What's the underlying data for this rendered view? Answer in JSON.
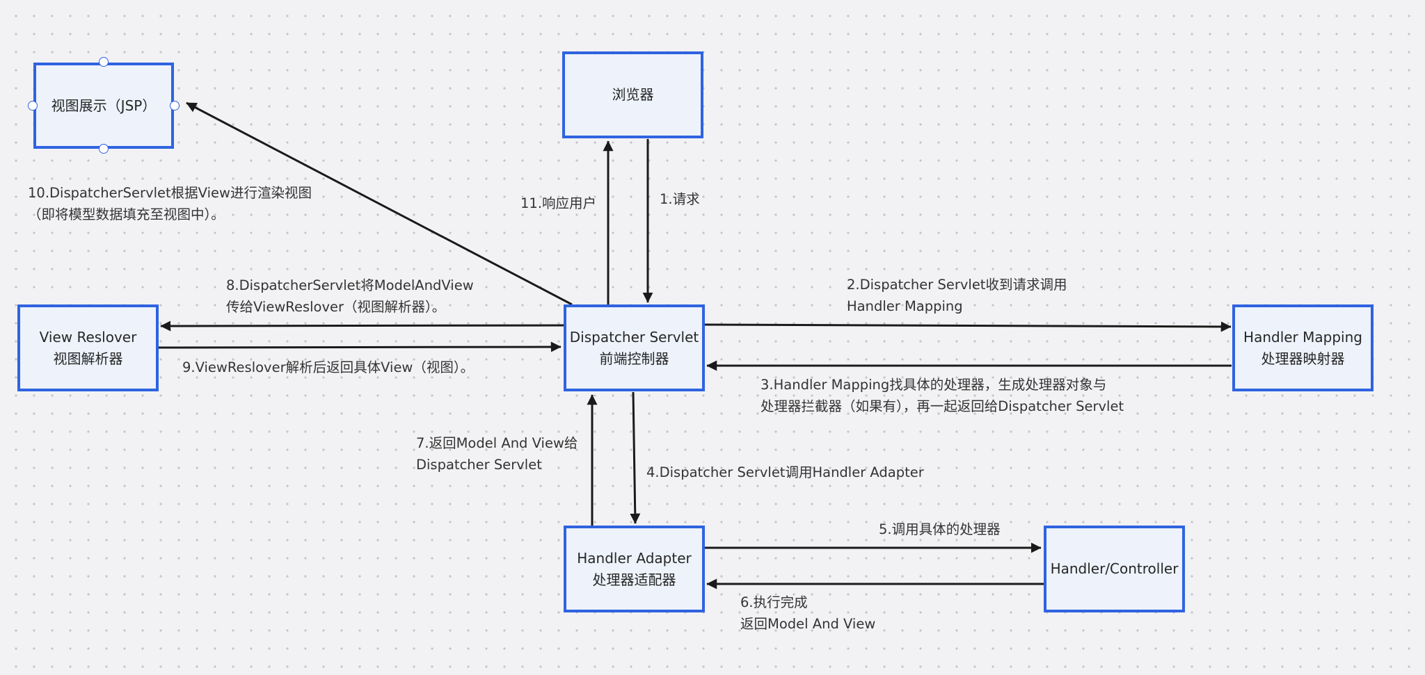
{
  "nodes": {
    "jsp": "视图展示（JSP）",
    "browser": "浏览器",
    "view_resolver": [
      "View Reslover",
      "视图解析器"
    ],
    "dispatcher": [
      "Dispatcher Servlet",
      "前端控制器"
    ],
    "handler_mapping": [
      "Handler Mapping",
      "处理器映射器"
    ],
    "handler_adapter": [
      "Handler Adapter",
      "处理器适配器"
    ],
    "controller": "Handler/Controller"
  },
  "labels": {
    "step1": "1.请求",
    "step2": [
      "2.Dispatcher Servlet收到请求调用",
      "Handler Mapping"
    ],
    "step3": [
      "3.Handler Mapping找具体的处理器，生成处理器对象与",
      "处理器拦截器（如果有），再一起返回给Dispatcher Servlet"
    ],
    "step4": "4.Dispatcher Servlet调用Handler Adapter",
    "step5": "5.调用具体的处理器",
    "step6": [
      "6.执行完成",
      "返回Model And View"
    ],
    "step7": [
      "7.返回Model And View给",
      "Dispatcher Servlet"
    ],
    "step8": [
      "8.DispatcherServlet将ModelAndView",
      "传给ViewReslover（视图解析器）。"
    ],
    "step9": "9.ViewReslover解析后返回具体View（视图）。",
    "step10": [
      "10.DispatcherServlet根据View进行渲染视图",
      "（即将模型数据填充至视图中）。"
    ],
    "step11": "11.响应用户"
  },
  "colors": {
    "node_border": "#2f63e0",
    "node_fill": "#edf2fb",
    "arrow": "#1a1a1a",
    "background": "#f2f2f4"
  }
}
